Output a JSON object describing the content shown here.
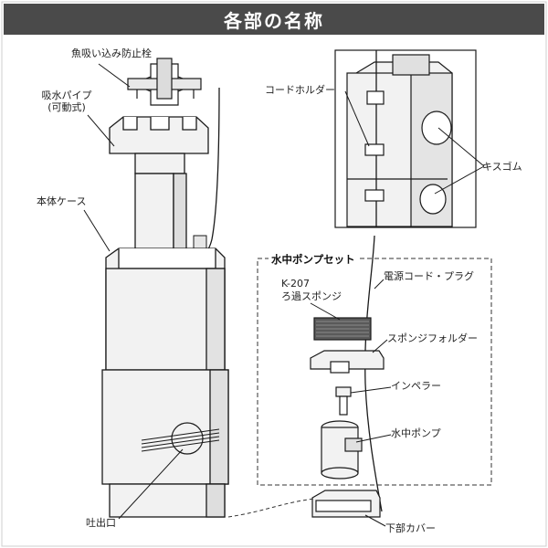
{
  "header": {
    "title": "各部の名称"
  },
  "labels": {
    "anti_fish_plug": "魚吸い込み防止栓",
    "intake_pipe_line1": "吸水パイプ",
    "intake_pipe_line2": "(可動式)",
    "body_case": "本体ケース",
    "outlet": "吐出口",
    "cord_holder": "コードホルダー",
    "suction_cup": "キスゴム",
    "pump_set_title": "水中ポンプセット",
    "power_cord": "電源コード・プラグ",
    "sponge_model": "K-207",
    "sponge_name": "ろ過スポンジ",
    "sponge_holder": "スポンジフォルダー",
    "impeller": "インペラー",
    "pump": "水中ポンプ",
    "bottom_cover": "下部カバー"
  },
  "colors": {
    "header_bg": "#4a4a4a",
    "header_text": "#ffffff",
    "line": "#1a1a1a",
    "fill": "#f2f2f2"
  }
}
